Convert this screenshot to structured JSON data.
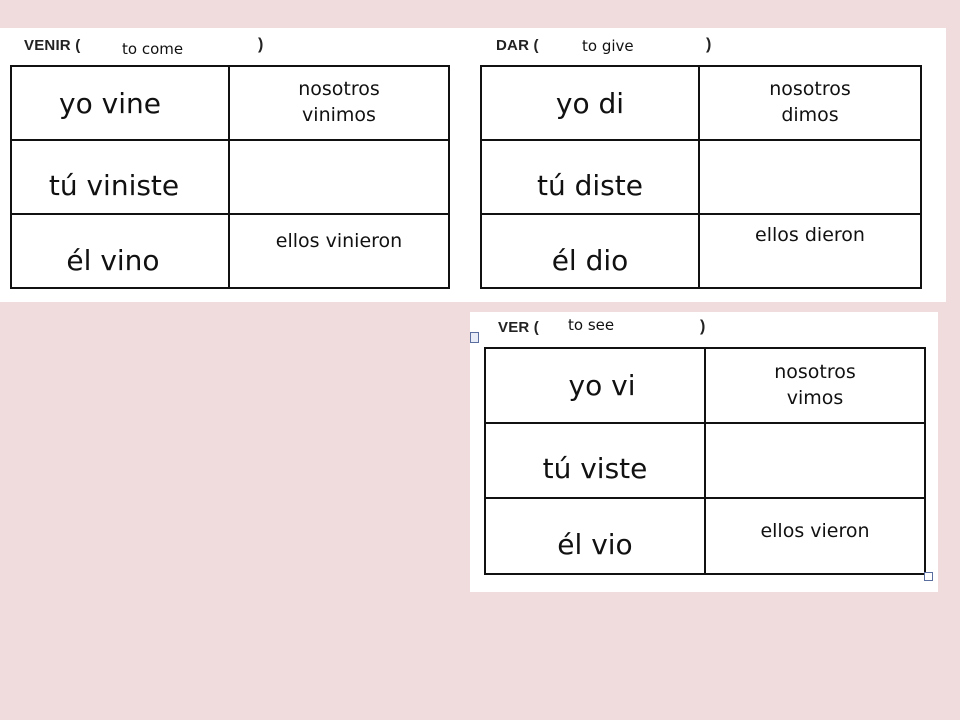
{
  "venir": {
    "verb": "VENIR (",
    "close_paren": ")",
    "meaning": "to come",
    "yo": "yo vine",
    "nosotros_line1": "nosotros",
    "nosotros_line2": "vinimos",
    "tu": "tú viniste",
    "vosotros": "",
    "el": "él vino",
    "ellos": "ellos vinieron"
  },
  "dar": {
    "verb": "DAR (",
    "close_paren": ")",
    "meaning": "to give",
    "yo": "yo di",
    "nosotros_line1": "nosotros",
    "nosotros_line2": "dimos",
    "tu": "tú diste",
    "vosotros": "",
    "el": "él dio",
    "ellos": "ellos dieron"
  },
  "ver": {
    "verb": "VER (",
    "close_paren": ")",
    "meaning": "to see",
    "yo": "yo vi",
    "nosotros_line1": "nosotros",
    "nosotros_line2": "vimos",
    "tu": "tú viste",
    "vosotros": "",
    "el": "él vio",
    "ellos": "ellos vieron"
  },
  "colors": {
    "background": "#f0dcdc",
    "panel": "#ffffff",
    "border": "#111111"
  }
}
